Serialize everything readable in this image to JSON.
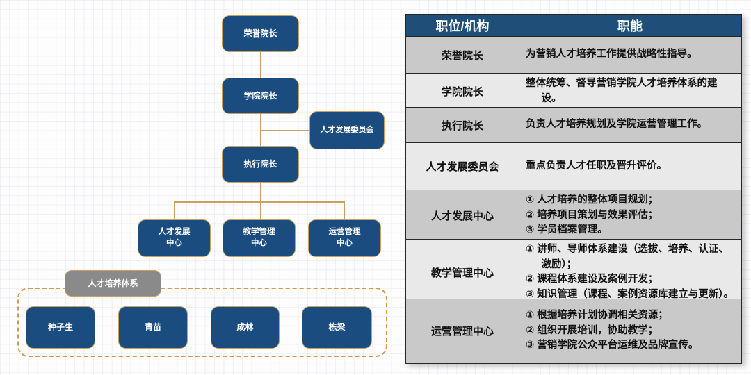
{
  "colors": {
    "node_blue": "#1b4c80",
    "node_border_gold": "#c9a05f",
    "connector_gold": "#c9a05f",
    "gray_node": "#8a8a8a",
    "dashed_orange": "#cf9a4a",
    "table_header_blue": "#1f4e79",
    "table_row_dark": "#c9c9c9",
    "table_row_light": "#e9e9e9"
  },
  "org_chart": {
    "nodes": {
      "honorary_dean": "荣誉院长",
      "college_dean": "学院院长",
      "talent_committee": "人才发展委员会",
      "executive_dean": "执行院长",
      "centers": [
        {
          "line1": "人才发展",
          "line2": "中心"
        },
        {
          "line1": "教学管理",
          "line2": "中心"
        },
        {
          "line1": "运营管理",
          "line2": "中心"
        }
      ],
      "training_system": "人才培养体系",
      "tiers": [
        "种子生",
        "青苗",
        "成林",
        "栋梁"
      ]
    }
  },
  "table": {
    "headers": [
      "职位/机构",
      "职能"
    ],
    "rows": [
      {
        "position": "荣誉院长",
        "functions": [
          "为营销人才培养工作提供战略性指导。"
        ]
      },
      {
        "position": "学院院长",
        "functions": [
          "整体统筹、督导营销学院人才培养体系的建设。"
        ]
      },
      {
        "position": "执行院长",
        "functions": [
          "负责人才培养规划及学院运营管理工作。"
        ]
      },
      {
        "position": "人才发展委员会",
        "functions": [
          "重点负责人才任职及晋升评价。"
        ]
      },
      {
        "position": "人才发展中心",
        "functions": [
          "① 人才培养的整体项目规划；",
          "② 培养项目策划与效果评估；",
          "③ 学员档案管理。"
        ]
      },
      {
        "position": "教学管理中心",
        "functions": [
          "① 讲师、导师体系建设（选拔、培养、认证、激励）；",
          "② 课程体系建设及案例开发；",
          "③ 知识管理（课程、案例资源库建立与更新）。"
        ]
      },
      {
        "position": "运营管理中心",
        "functions": [
          "① 根据培养计划协调相关资源；",
          "② 组织开展培训，协助教学；",
          "③ 营销学院公众平台运维及品牌宣传。"
        ]
      }
    ]
  }
}
